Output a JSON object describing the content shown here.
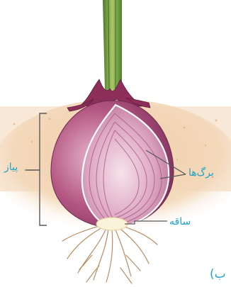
{
  "labels": {
    "leaves": "برگ‌ها",
    "stem": "ساقه",
    "onion": "پیاز",
    "part": "ب)"
  },
  "colors": {
    "label_text": "#1fa2c8",
    "pointer_line": "#5a5a5a",
    "soil": "#efcfa8",
    "onion_skin": "#a9477a",
    "onion_inner": "#d9a2bf",
    "shoot": "#6f9c3b"
  }
}
